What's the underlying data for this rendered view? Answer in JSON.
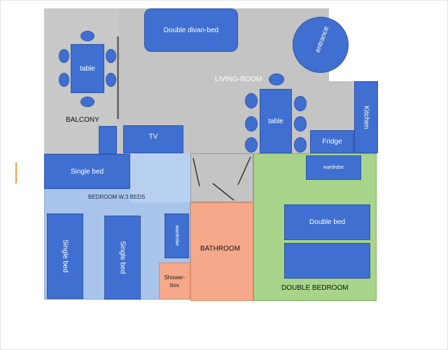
{
  "rooms": {
    "balcony": "BALCONY",
    "living_room": "LIVING-ROOM",
    "bedroom_3_beds": "BEDROOM W.3 BEDS",
    "bathroom": "BATHROOM",
    "double_bedroom": "DOUBLE BEDROOM"
  },
  "furniture": {
    "balcony_table": "table",
    "living_table": "table",
    "double_divan_bed": "Double divan-bed",
    "entrance": "entrance",
    "tv": "TV",
    "fridge": "Fridge",
    "kitchen": "Kitchen",
    "single_bed_top": "Single bed",
    "single_bed_left": "Single bed",
    "single_bed_middle": "Single bed",
    "wardrobe_bedroom3": "wardrobe",
    "shower_box": "Shower-box",
    "wardrobe_double": "wardrobe",
    "double_bed": "Double bed"
  },
  "colors": {
    "furniture": "#3f6fd0",
    "balcony": "#c8c8c8",
    "living": "#c4c4c4",
    "bedroom_3_beds": "#a9c4ea",
    "bathroom": "#f6a98a",
    "double_bedroom": "#a8d48a"
  }
}
